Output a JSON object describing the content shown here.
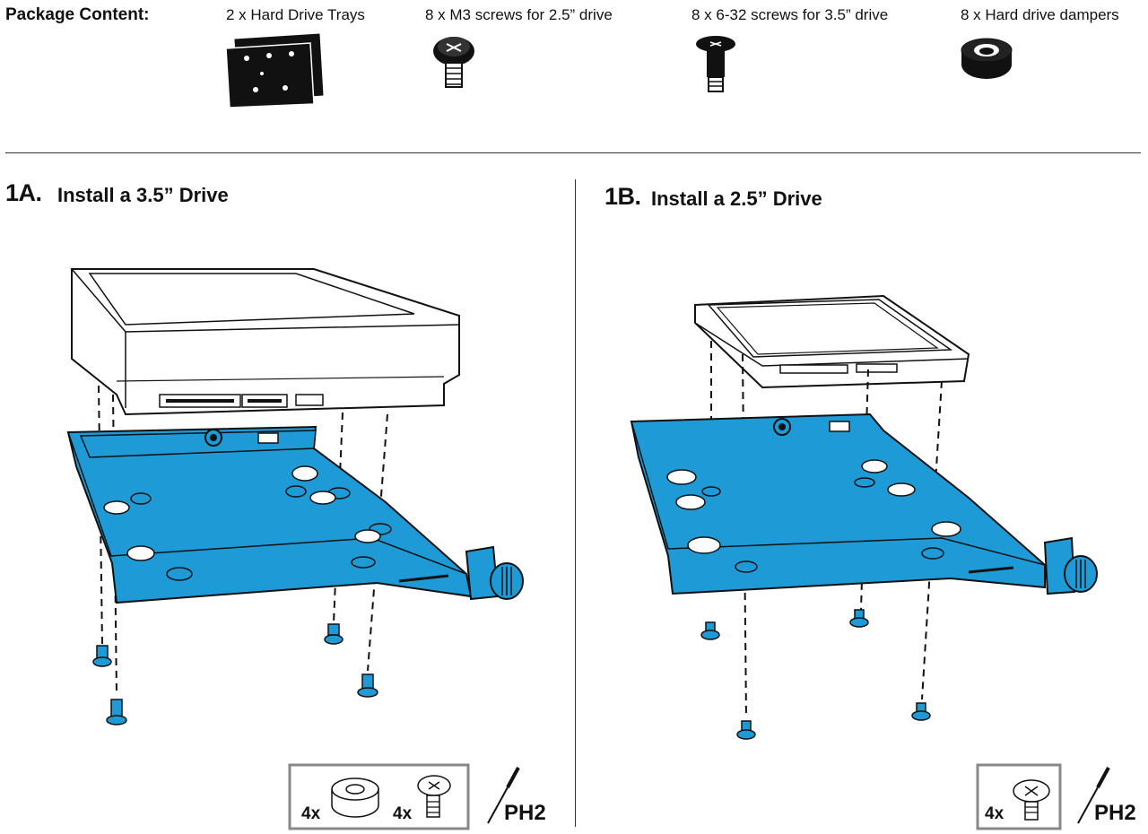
{
  "package": {
    "title": "Package Content:",
    "items": [
      {
        "label": "2 x Hard Drive Trays",
        "icon": "drive-tray-icon"
      },
      {
        "label": "8 x M3 screws for 2.5” drive",
        "icon": "m3-screw-icon"
      },
      {
        "label": "8 x 6-32 screws for 3.5” drive",
        "icon": "632-screw-icon"
      },
      {
        "label": "8 x Hard drive dampers",
        "icon": "damper-icon"
      }
    ]
  },
  "step_a": {
    "number": "1A.",
    "title": "Install a 3.5” Drive",
    "parts": [
      {
        "qty": "4x",
        "icon": "damper-icon"
      },
      {
        "qty": "4x",
        "icon": "screw-icon"
      }
    ],
    "tool": "PH2"
  },
  "step_b": {
    "number": "1B.",
    "title": "Install a 2.5” Drive",
    "parts": [
      {
        "qty": "4x",
        "icon": "screw-icon"
      }
    ],
    "tool": "PH2"
  },
  "colors": {
    "tray": "#1e9ad6",
    "outline": "#111111",
    "parts_box_border": "#888888"
  }
}
